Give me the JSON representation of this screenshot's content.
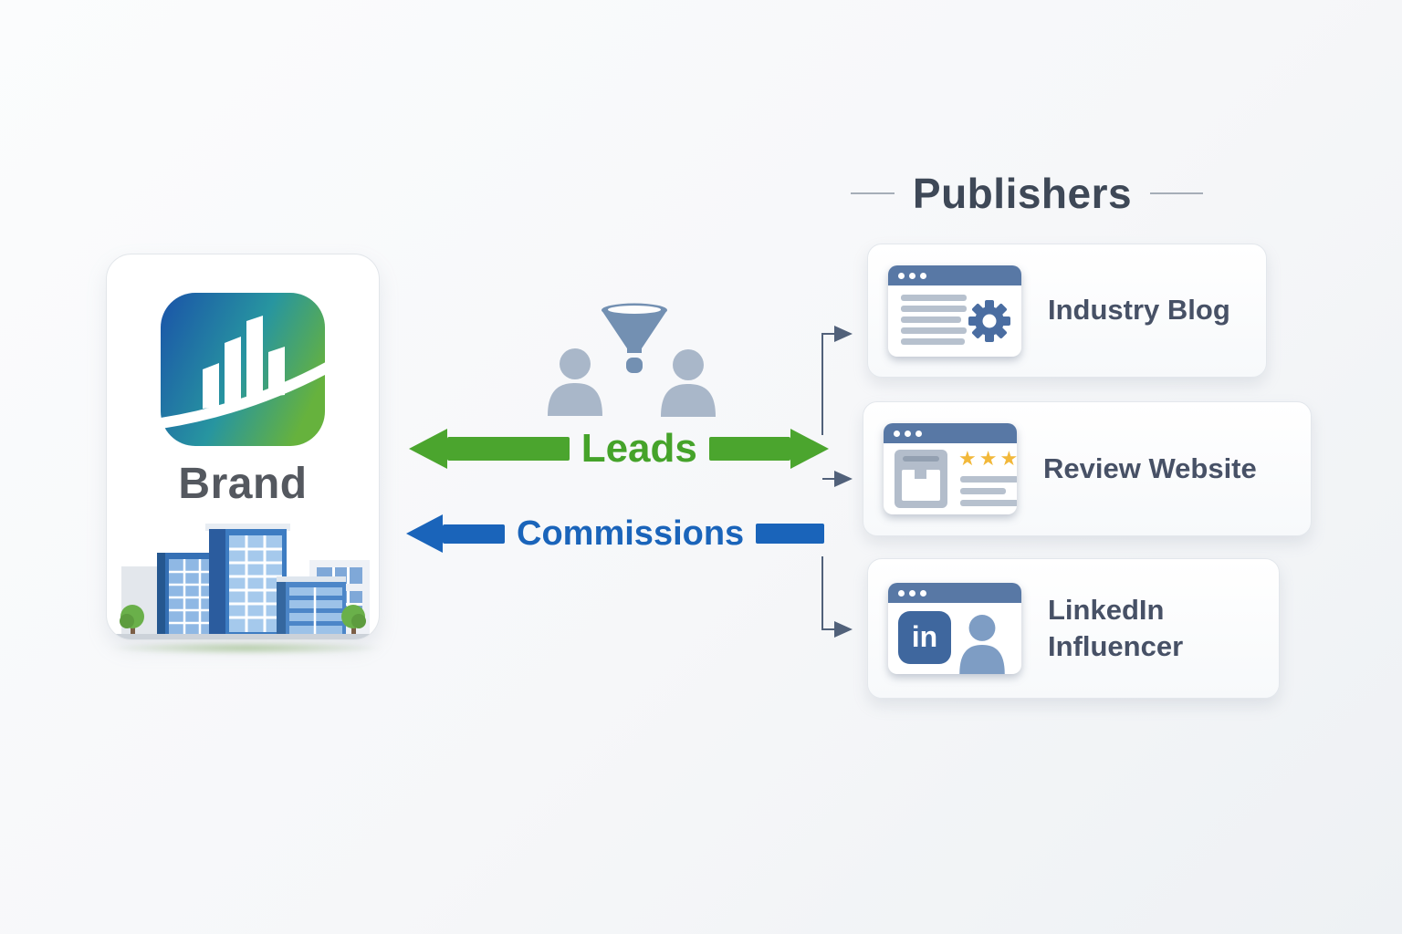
{
  "brand": {
    "label": "Brand",
    "logo_icon": "bar-chart-growth-logo",
    "illustration": "office-buildings-illustration"
  },
  "flows": {
    "leads": {
      "label": "Leads",
      "color": "#4BA52E",
      "direction": "bidirectional"
    },
    "commissions": {
      "label": "Commissions",
      "color": "#1A64BA",
      "direction": "left"
    }
  },
  "audience": {
    "funnel_icon": "funnel-icon",
    "person_icons": [
      "person-icon",
      "person-icon"
    ]
  },
  "publishers": {
    "title": "Publishers",
    "items": [
      {
        "label": "Industry Blog",
        "icon": "browser-gear-icon"
      },
      {
        "label": "Review Website",
        "icon": "browser-stars-review-icon"
      },
      {
        "label": "LinkedIn Influencer",
        "icon": "browser-linkedin-person-icon",
        "icon_text": "in"
      }
    ]
  },
  "icons": {
    "star_glyph": "★"
  },
  "colors": {
    "leads_green": "#4BA52E",
    "commissions_blue": "#1A64BA",
    "heading_slate": "#3E4857",
    "card_label": "#475166",
    "browser_header": "#5878A5",
    "star_gold": "#F2B83A",
    "funnel_blue_gray": "#7390B2",
    "person_blue_gray": "#A9B7C9",
    "connector_gray": "#51617A",
    "logo_gradient": [
      "#1B57A8",
      "#2795A0",
      "#66B23D"
    ]
  }
}
